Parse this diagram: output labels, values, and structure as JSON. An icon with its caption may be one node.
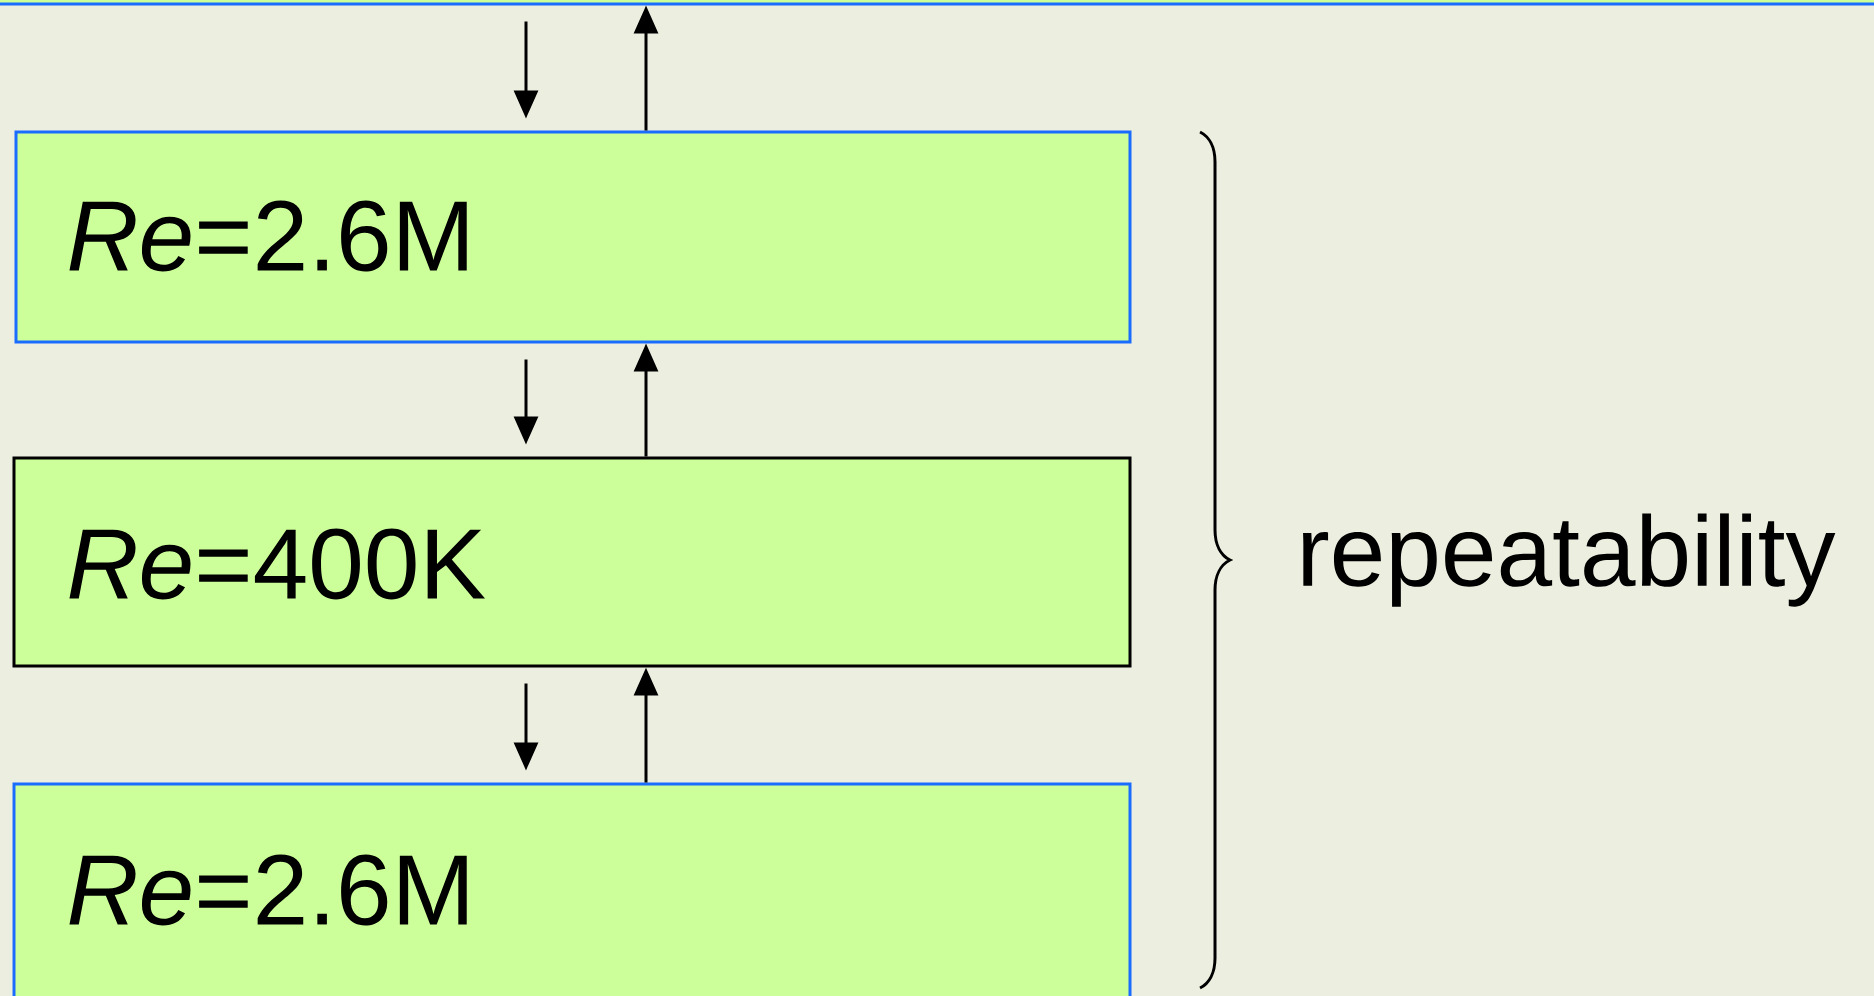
{
  "diagram": {
    "nodes": [
      {
        "text": [],
        "shape": "box"
      },
      {
        "text": [
          "*Re*=2.6M"
        ]
      },
      {
        "text": [
          "*Re*=400K"
        ]
      },
      {
        "text": [
          "*Re*=2.6M"
        ]
      }
    ],
    "edges": [
      {
        "from": 0,
        "to": 1,
        "arrow": "to"
      },
      {
        "from": 1,
        "to": 0,
        "arrow": "to"
      },
      {
        "from": 1,
        "to": 2,
        "arrow": "to"
      },
      {
        "from": 2,
        "to": 1,
        "arrow": "to"
      },
      {
        "from": 2,
        "to": 3,
        "arrow": "to"
      },
      {
        "from": 3,
        "to": 2,
        "arrow": "to"
      }
    ],
    "labels": [
      "repeatability"
    ]
  }
}
